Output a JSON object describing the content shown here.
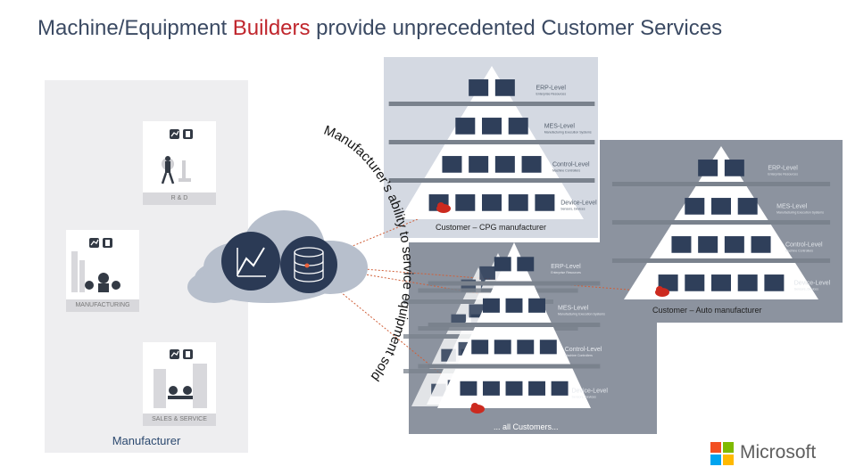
{
  "title": {
    "part1": "Machine/Equipment ",
    "highlight": "Builders",
    "part2": " provide unprecedented Customer Services"
  },
  "manufacturer": {
    "label": "Manufacturer",
    "cards": [
      {
        "caption": "R & D",
        "icon": "microscope-person-icon"
      },
      {
        "caption": "MANUFACTURING",
        "icon": "factory-robot-icon"
      },
      {
        "caption": "SALES & SERVICE",
        "icon": "building-meeting-icon"
      }
    ]
  },
  "cloud": {
    "icons": [
      "analytics-chart-icon",
      "database-icon"
    ]
  },
  "arc_text": "Manufacturer’s ability to service equipment sold",
  "pyramid": {
    "levels": [
      "ERP-Level",
      "MES-Level",
      "Control-Level",
      "Device-Level"
    ],
    "sublevels": [
      "Enterprise Resources",
      "Manufacturing Execution Systems",
      "Machine Controllers",
      "Sensors, Devices"
    ]
  },
  "customers": [
    {
      "caption": "Customer – CPG manufacturer"
    },
    {
      "caption": "Customer – Auto manufacturer"
    },
    {
      "caption": "... all Customers..."
    }
  ],
  "brand": {
    "name": "Microsoft",
    "colors": [
      "#f25022",
      "#7fba00",
      "#00a4ef",
      "#ffb900"
    ]
  }
}
